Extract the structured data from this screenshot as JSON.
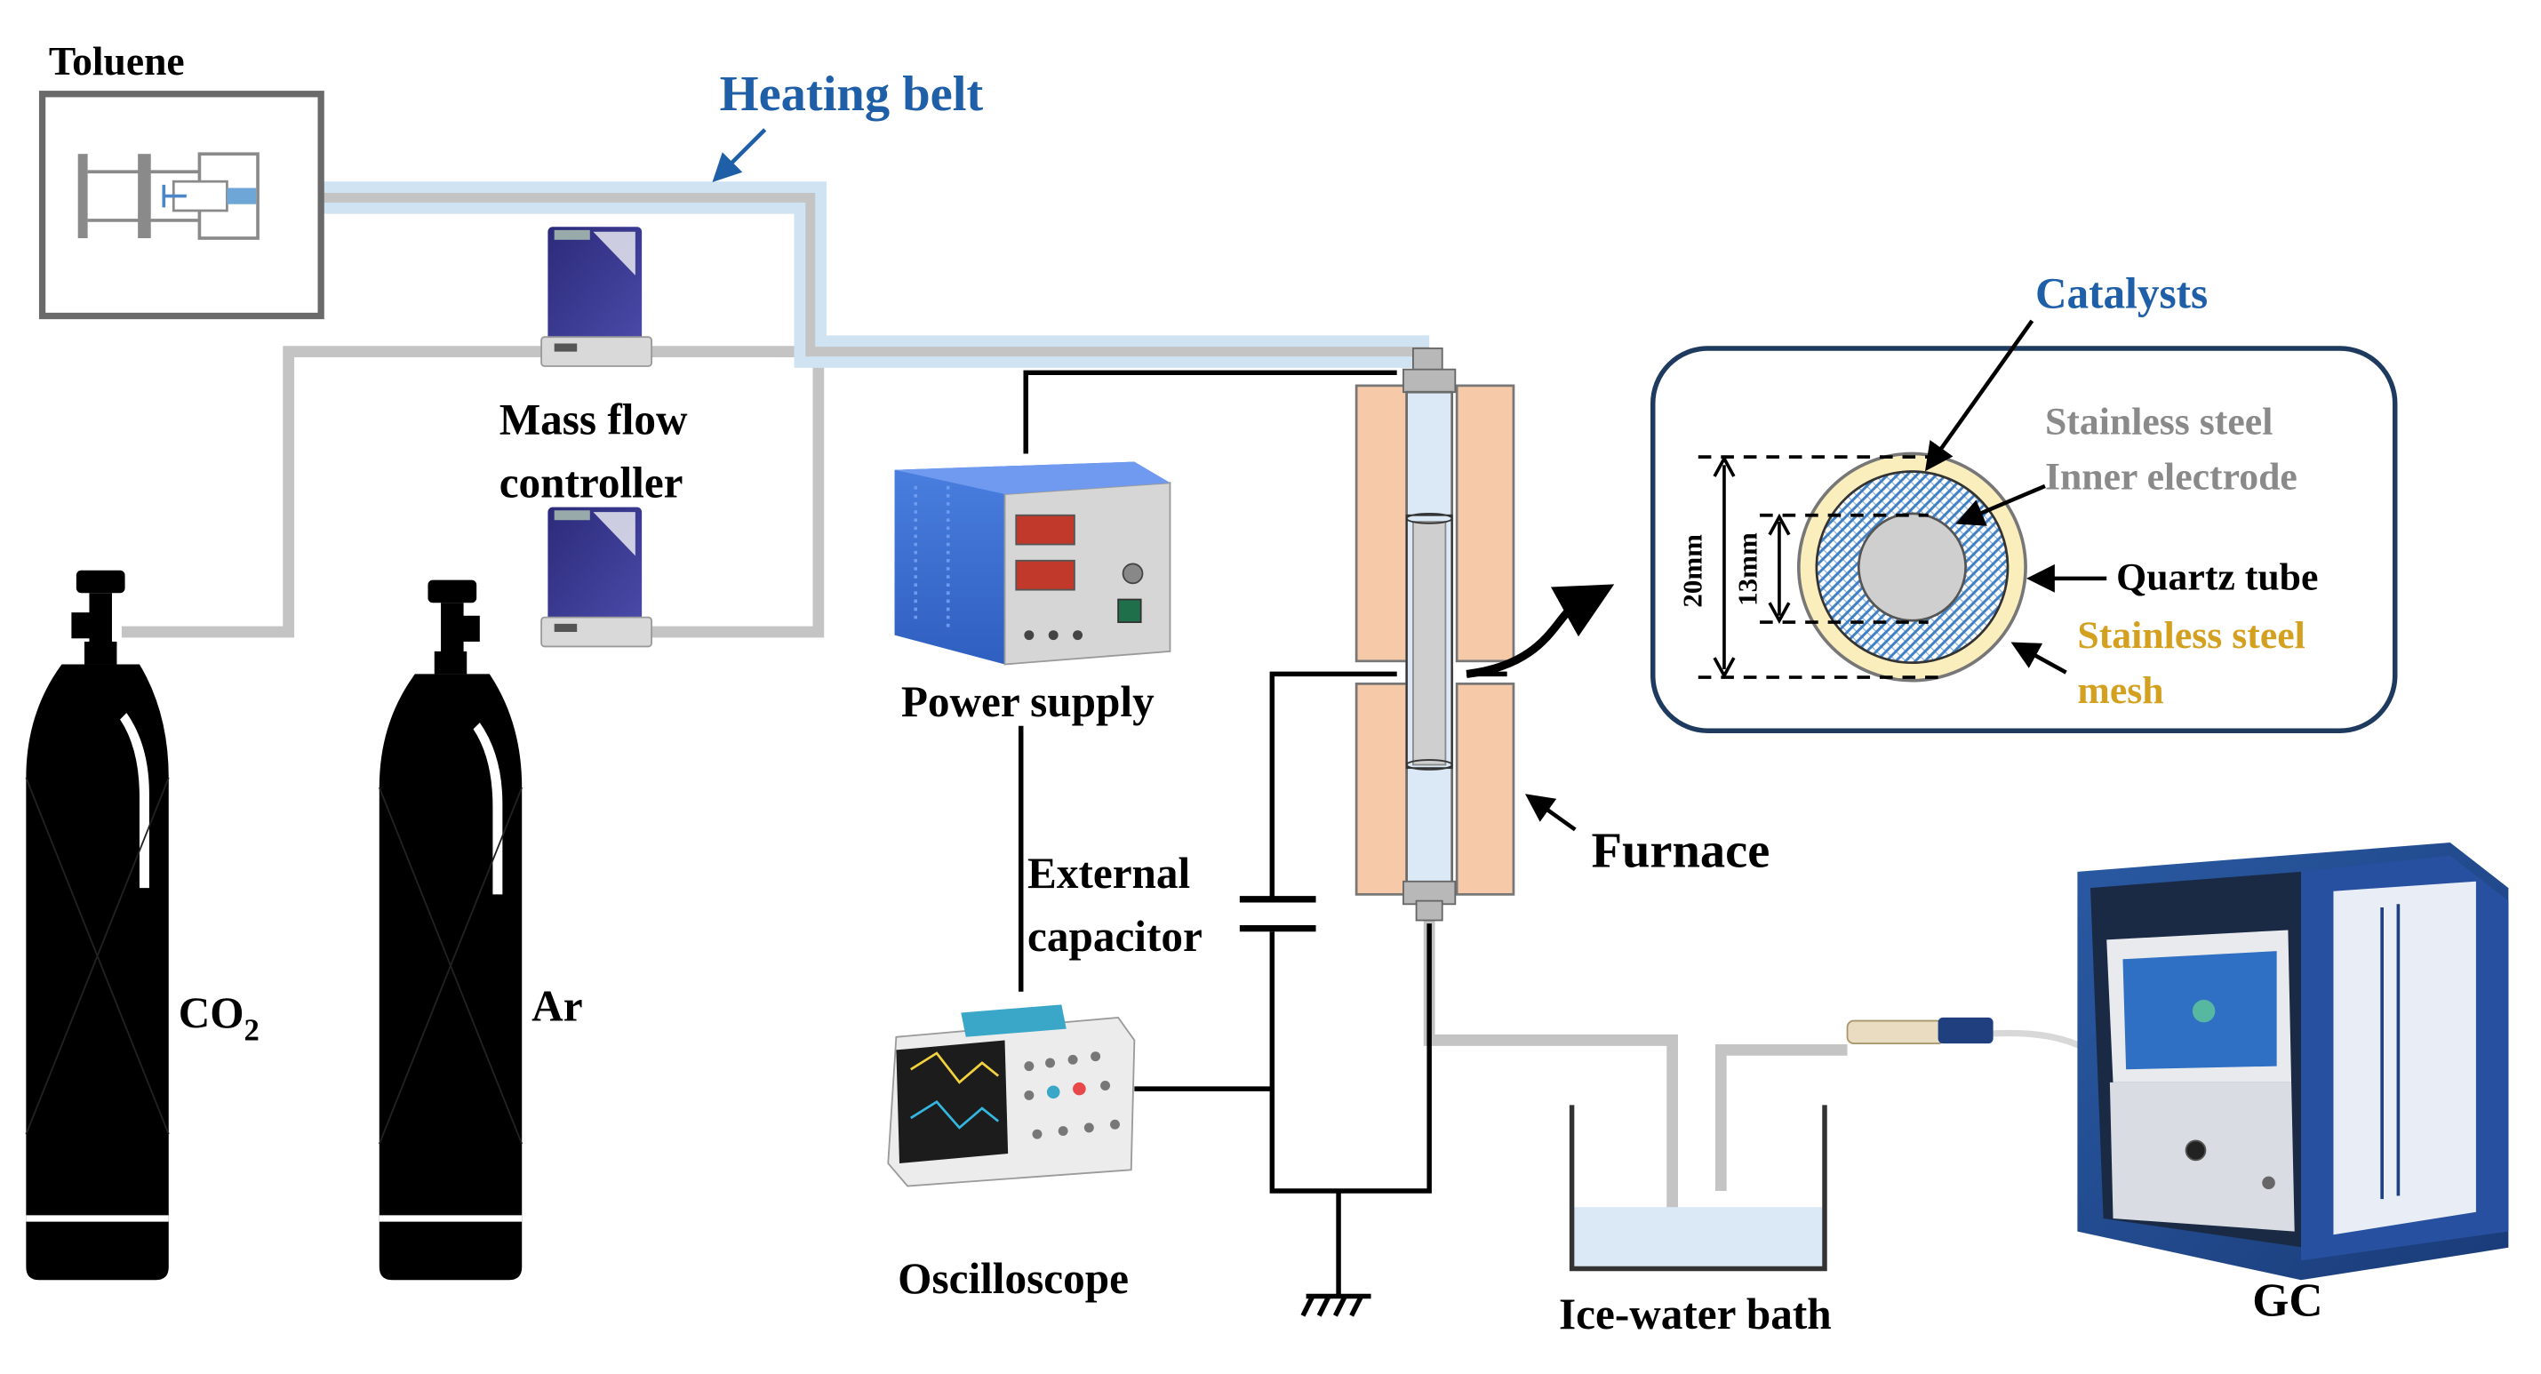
{
  "labels": {
    "toluene": "Toluene",
    "heating_belt": "Heating belt",
    "mfc_line1": "Mass flow",
    "mfc_line2": "controller",
    "co2_main": "CO",
    "co2_sub": "2",
    "ar": "Ar",
    "power_supply": "Power supply",
    "external_cap_line1": "External",
    "external_cap_line2": "capacitor",
    "oscilloscope": "Oscilloscope",
    "furnace": "Furnace",
    "ice_water_bath": "Ice-water bath",
    "gc": "GC",
    "catalysts": "Catalysts",
    "inner_electrode_line1": "Stainless steel",
    "inner_electrode_line2": "Inner electrode",
    "quartz_tube": "Quartz tube",
    "mesh_line1": "Stainless steel",
    "mesh_line2": "mesh",
    "dim_outer": "20mm",
    "dim_inner": "13mm"
  },
  "colors": {
    "blue_label": "#1f5fa8",
    "mesh_label": "#d4a020",
    "grey_label": "#8a8a8a",
    "gas_line": "#c4c4c4",
    "heating_belt": "#cfe3f3",
    "furnace": "#f6c9a8",
    "catalyst": "#4a86c8",
    "quartz": "#fbeebd",
    "inset_border": "#1f3a5f"
  },
  "icons": {
    "syringe_pump": "syringe-pump-icon",
    "mass_flow_controller": "mass-flow-controller-icon",
    "gas_cylinder": "gas-cylinder-icon",
    "power_supply": "power-supply-icon",
    "oscilloscope": "oscilloscope-icon",
    "reactor": "dbd-reactor-icon",
    "capacitor": "capacitor-symbol",
    "ground": "ground-symbol",
    "gc": "gas-chromatograph-icon",
    "cross_section": "reactor-cross-section"
  }
}
